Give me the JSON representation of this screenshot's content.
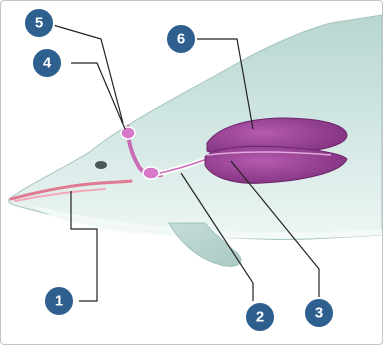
{
  "diagram": {
    "subject": "dolphin-respiratory-system",
    "colors": {
      "body": "#cfe4e1",
      "body_shadow": "#9fc1bc",
      "belly": "#eef6f4",
      "organ": "#a04a9c",
      "organ_dark": "#7e2f7c",
      "mouth": "#e07b93",
      "badge": "#2e5f8f",
      "leader_line": "#222222"
    },
    "callouts": [
      {
        "id": "1",
        "label": "1"
      },
      {
        "id": "2",
        "label": "2"
      },
      {
        "id": "3",
        "label": "3"
      },
      {
        "id": "4",
        "label": "4"
      },
      {
        "id": "5",
        "label": "5"
      },
      {
        "id": "6",
        "label": "6"
      }
    ]
  }
}
